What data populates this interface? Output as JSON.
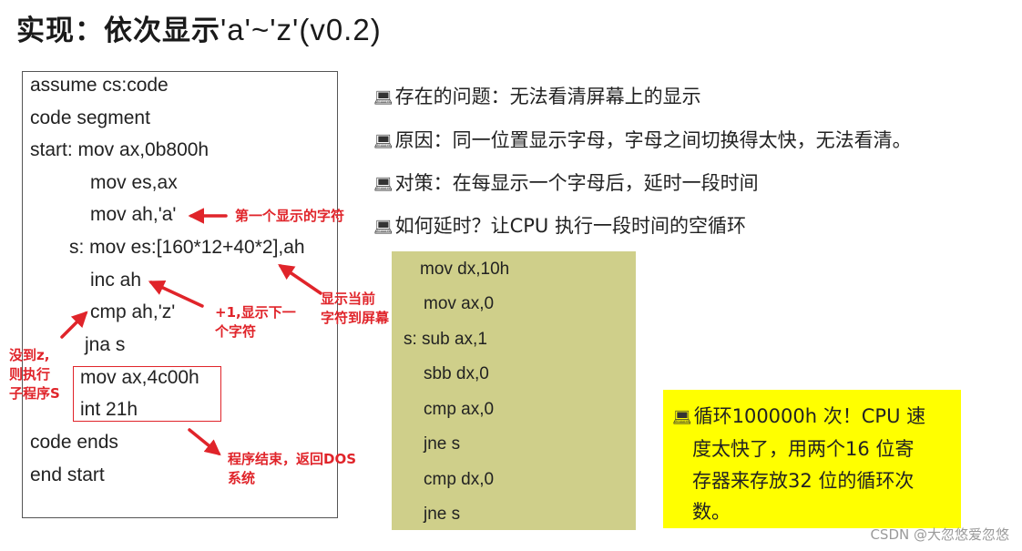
{
  "title": {
    "cn": "实现：依次显示",
    "ascii": "'a'~'z'(v0.2)"
  },
  "code_lines": [
    "assume cs:code",
    "code segment",
    "start:  mov ax,0b800h",
    "mov es,ax",
    "mov ah,'a'",
    "s: mov es:[160*12+40*2],ah",
    "inc ah",
    "cmp ah,'z'",
    "jna s",
    "mov ax,4c00h",
    "int 21h",
    "code ends",
    "end start"
  ],
  "annotations": {
    "first_char": "第一个显示的字符",
    "show_current_1": "显示当前",
    "show_current_2": "字符到屏幕",
    "plus_one_1": "+1,显示下一",
    "plus_one_2": "个字符",
    "not_z_1": "没到z,",
    "not_z_2": "则执行",
    "not_z_3": "子程序S",
    "end_1": "程序结束，返回DOS",
    "end_2": "系统"
  },
  "bullets": [
    "存在的问题：无法看清屏幕上的显示",
    "原因：同一位置显示字母，字母之间切换得太快，无法看清。",
    "对策：在每显示一个字母后，延时一段时间",
    "如何延时？让CPU 执行一段时间的空循环"
  ],
  "bullet_icon": "computer-icon",
  "delay_code": [
    "mov dx,10h",
    "mov ax,0",
    "s: sub ax,1",
    "sbb dx,0",
    "cmp ax,0",
    "jne s",
    "cmp dx,0",
    "jne s"
  ],
  "note_lines": [
    "循环100000h 次！CPU 速",
    "度太快了，用两个16 位寄",
    "存器来存放32 位的循环次",
    "数。"
  ],
  "watermark": "CSDN @大忽悠爱忽悠",
  "colors": {
    "annotation_red": "#e0242a",
    "code_panel_green": "#cfcf8a",
    "note_yellow": "#ffff00"
  }
}
